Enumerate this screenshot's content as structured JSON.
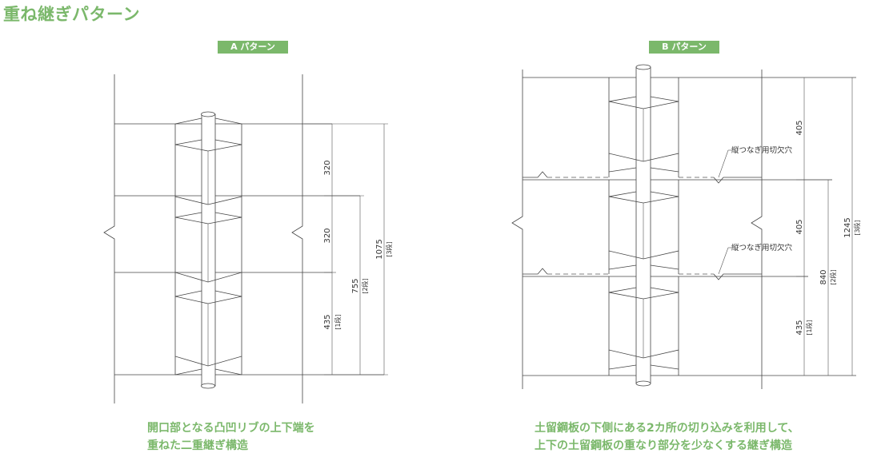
{
  "title": "重ね継ぎパターン",
  "pattern_a": {
    "label": "A パターン",
    "dimensions": {
      "d1": "320",
      "d2": "320",
      "d3": "435",
      "d3_note": "[1段]",
      "d4": "755",
      "d4_note": "[2段]",
      "d5": "1075",
      "d5_note": "[3段]"
    },
    "caption_line1": "開口部となる凸凹リブの上下端を",
    "caption_line2": "重ねた二重継ぎ構造"
  },
  "pattern_b": {
    "label": "B パターン",
    "dimensions": {
      "d1": "405",
      "d2": "405",
      "d3": "435",
      "d3_note": "[1段]",
      "d4": "840",
      "d4_note": "[2段]",
      "d5": "1245",
      "d5_note": "[3段]"
    },
    "notch_note_1": "縦つなぎ用切欠穴",
    "notch_note_2": "縦つなぎ用切欠穴",
    "caption_line1": "土留鋼板の下側にある2カ所の切り込みを利用して、",
    "caption_line2": "上下の土留鋼板の重なり部分を少なくする継ぎ構造"
  },
  "colors": {
    "accent": "#7bb86b",
    "line": "#444444"
  }
}
